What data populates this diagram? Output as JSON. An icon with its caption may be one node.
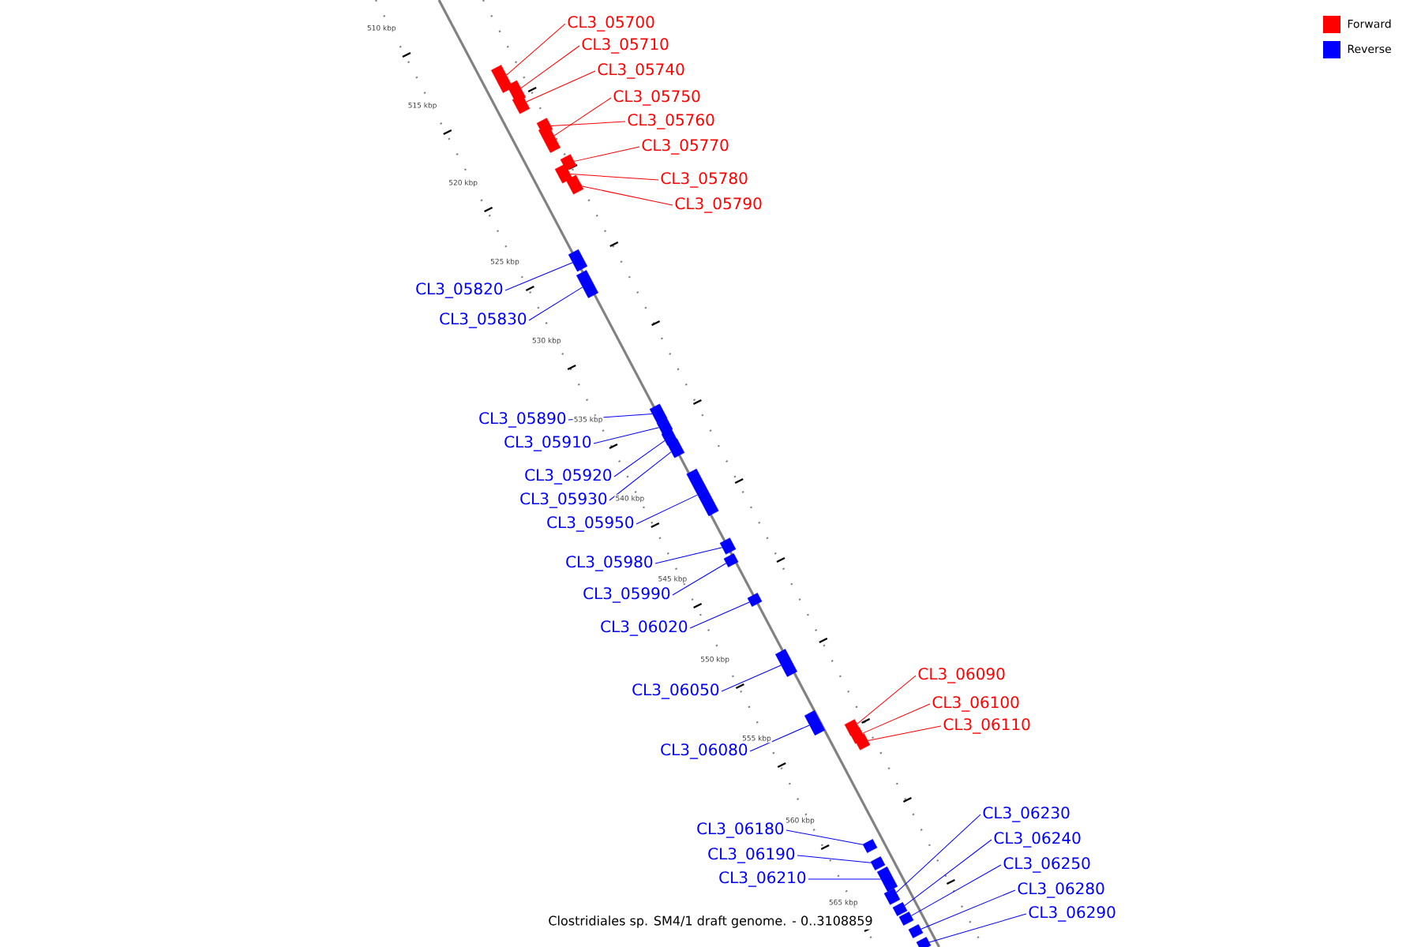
{
  "diagram": {
    "caption": "Clostridiales sp. SM4/1 draft genome. - 0..3108859",
    "nodes": [
      {
        "text": [
          "CL3_05700"
        ]
      },
      {
        "text": [],
        "shape": "box"
      },
      {
        "text": [
          "CL3_05710"
        ]
      },
      {
        "text": [],
        "shape": "box"
      },
      {
        "text": [
          "CL3_05740"
        ]
      },
      {
        "text": [],
        "shape": "box"
      },
      {
        "text": [
          "CL3_05750"
        ]
      },
      {
        "text": [],
        "shape": "box"
      },
      {
        "text": [
          "CL3_05760"
        ]
      },
      {
        "text": [],
        "shape": "box"
      },
      {
        "text": [
          "CL3_05770"
        ]
      },
      {
        "text": [],
        "shape": "box"
      },
      {
        "text": [
          "CL3_05780"
        ]
      },
      {
        "text": [],
        "shape": "box"
      },
      {
        "text": [
          "CL3_05790"
        ]
      },
      {
        "text": [],
        "shape": "box"
      },
      {
        "text": [
          "CL3_05820"
        ]
      },
      {
        "text": [],
        "shape": "box"
      },
      {
        "text": [
          "CL3_05830"
        ]
      },
      {
        "text": [],
        "shape": "box"
      },
      {
        "text": [
          "CL3_05890"
        ]
      },
      {
        "text": [],
        "shape": "box"
      },
      {
        "text": [
          "CL3_05910"
        ]
      },
      {
        "text": [],
        "shape": "box"
      },
      {
        "text": [
          "CL3_05920"
        ]
      },
      {
        "text": [],
        "shape": "box"
      },
      {
        "text": [
          "CL3_05930"
        ]
      },
      {
        "text": [],
        "shape": "box"
      },
      {
        "text": [
          "CL3_05950"
        ]
      },
      {
        "text": [],
        "shape": "box"
      },
      {
        "text": [
          "CL3_05980"
        ]
      },
      {
        "text": [],
        "shape": "box"
      },
      {
        "text": [
          "CL3_05990"
        ]
      },
      {
        "text": [],
        "shape": "box"
      },
      {
        "text": [
          "CL3_06020"
        ]
      },
      {
        "text": [],
        "shape": "box"
      },
      {
        "text": [
          "CL3_06050"
        ]
      },
      {
        "text": [],
        "shape": "box"
      },
      {
        "text": [
          "CL3_06080"
        ]
      },
      {
        "text": [],
        "shape": "box"
      },
      {
        "text": [
          "CL3_06090"
        ]
      },
      {
        "text": [],
        "shape": "box"
      },
      {
        "text": [
          "CL3_06100"
        ]
      },
      {
        "text": [],
        "shape": "box"
      },
      {
        "text": [
          "CL3_06110"
        ]
      },
      {
        "text": [],
        "shape": "box"
      },
      {
        "text": [
          "CL3_06180"
        ]
      },
      {
        "text": [],
        "shape": "box"
      },
      {
        "text": [
          "CL3_06190"
        ]
      },
      {
        "text": [],
        "shape": "box"
      },
      {
        "text": [
          "CL3_06210"
        ]
      },
      {
        "text": [],
        "shape": "box"
      },
      {
        "text": [
          "CL3_06230"
        ]
      },
      {
        "text": [],
        "shape": "box"
      },
      {
        "text": [
          "CL3_06240"
        ]
      },
      {
        "text": [],
        "shape": "box"
      },
      {
        "text": [
          "CL3_06250"
        ]
      },
      {
        "text": [],
        "shape": "box"
      },
      {
        "text": [
          "CL3_06280"
        ]
      },
      {
        "text": [],
        "shape": "box"
      },
      {
        "text": [
          "CL3_06290"
        ]
      },
      {
        "text": [],
        "shape": "box"
      }
    ],
    "edges": [
      {
        "from": 0,
        "to": 1,
        "arrow": "none",
        "color": "#ff0000"
      },
      {
        "from": 2,
        "to": 3,
        "arrow": "none",
        "color": "#ff0000"
      },
      {
        "from": 4,
        "to": 5,
        "arrow": "none",
        "color": "#ff0000"
      },
      {
        "from": 6,
        "to": 7,
        "arrow": "none",
        "color": "#ff0000"
      },
      {
        "from": 8,
        "to": 9,
        "arrow": "none",
        "color": "#ff0000"
      },
      {
        "from": 10,
        "to": 11,
        "arrow": "none",
        "color": "#ff0000"
      },
      {
        "from": 12,
        "to": 13,
        "arrow": "none",
        "color": "#ff0000"
      },
      {
        "from": 14,
        "to": 15,
        "arrow": "none",
        "color": "#ff0000"
      },
      {
        "from": 16,
        "to": 17,
        "arrow": "none"
      },
      {
        "from": 18,
        "to": 19,
        "arrow": "none"
      },
      {
        "from": 20,
        "to": 21,
        "arrow": "none"
      },
      {
        "from": 22,
        "to": 23,
        "arrow": "none"
      },
      {
        "from": 24,
        "to": 25,
        "arrow": "none"
      },
      {
        "from": 26,
        "to": 27,
        "arrow": "none"
      },
      {
        "from": 28,
        "to": 29,
        "arrow": "none"
      },
      {
        "from": 30,
        "to": 31,
        "arrow": "none"
      },
      {
        "from": 32,
        "to": 33,
        "arrow": "none"
      },
      {
        "from": 34,
        "to": 35,
        "arrow": "none"
      },
      {
        "from": 36,
        "to": 37,
        "arrow": "none"
      },
      {
        "from": 38,
        "to": 39,
        "arrow": "none"
      },
      {
        "from": 40,
        "to": 41,
        "arrow": "none",
        "color": "#ff0000"
      },
      {
        "from": 42,
        "to": 43,
        "arrow": "none",
        "color": "#ff0000"
      },
      {
        "from": 44,
        "to": 45,
        "arrow": "none",
        "color": "#ff0000"
      },
      {
        "from": 46,
        "to": 47,
        "arrow": "none"
      },
      {
        "from": 48,
        "to": 49,
        "arrow": "none"
      },
      {
        "from": 50,
        "to": 51,
        "arrow": "none"
      },
      {
        "from": 52,
        "to": 53,
        "arrow": "none"
      },
      {
        "from": 54,
        "to": 55,
        "arrow": "none"
      },
      {
        "from": 56,
        "to": 57,
        "arrow": "none"
      },
      {
        "from": 58,
        "to": 59,
        "arrow": "none"
      },
      {
        "from": 60,
        "to": 61,
        "arrow": "none"
      }
    ],
    "labels": [
      "510 kbp",
      "515 kbp",
      "520 kbp",
      "525 kbp",
      "530 kbp",
      "535 kbp",
      "540 kbp",
      "545 kbp",
      "550 kbp",
      "555 kbp",
      "560 kbp",
      "565 kbp"
    ],
    "legend": [
      {
        "text": "Forward",
        "color": "#ff0000"
      },
      {
        "text": "Reverse",
        "color": "#0000ff"
      }
    ]
  }
}
